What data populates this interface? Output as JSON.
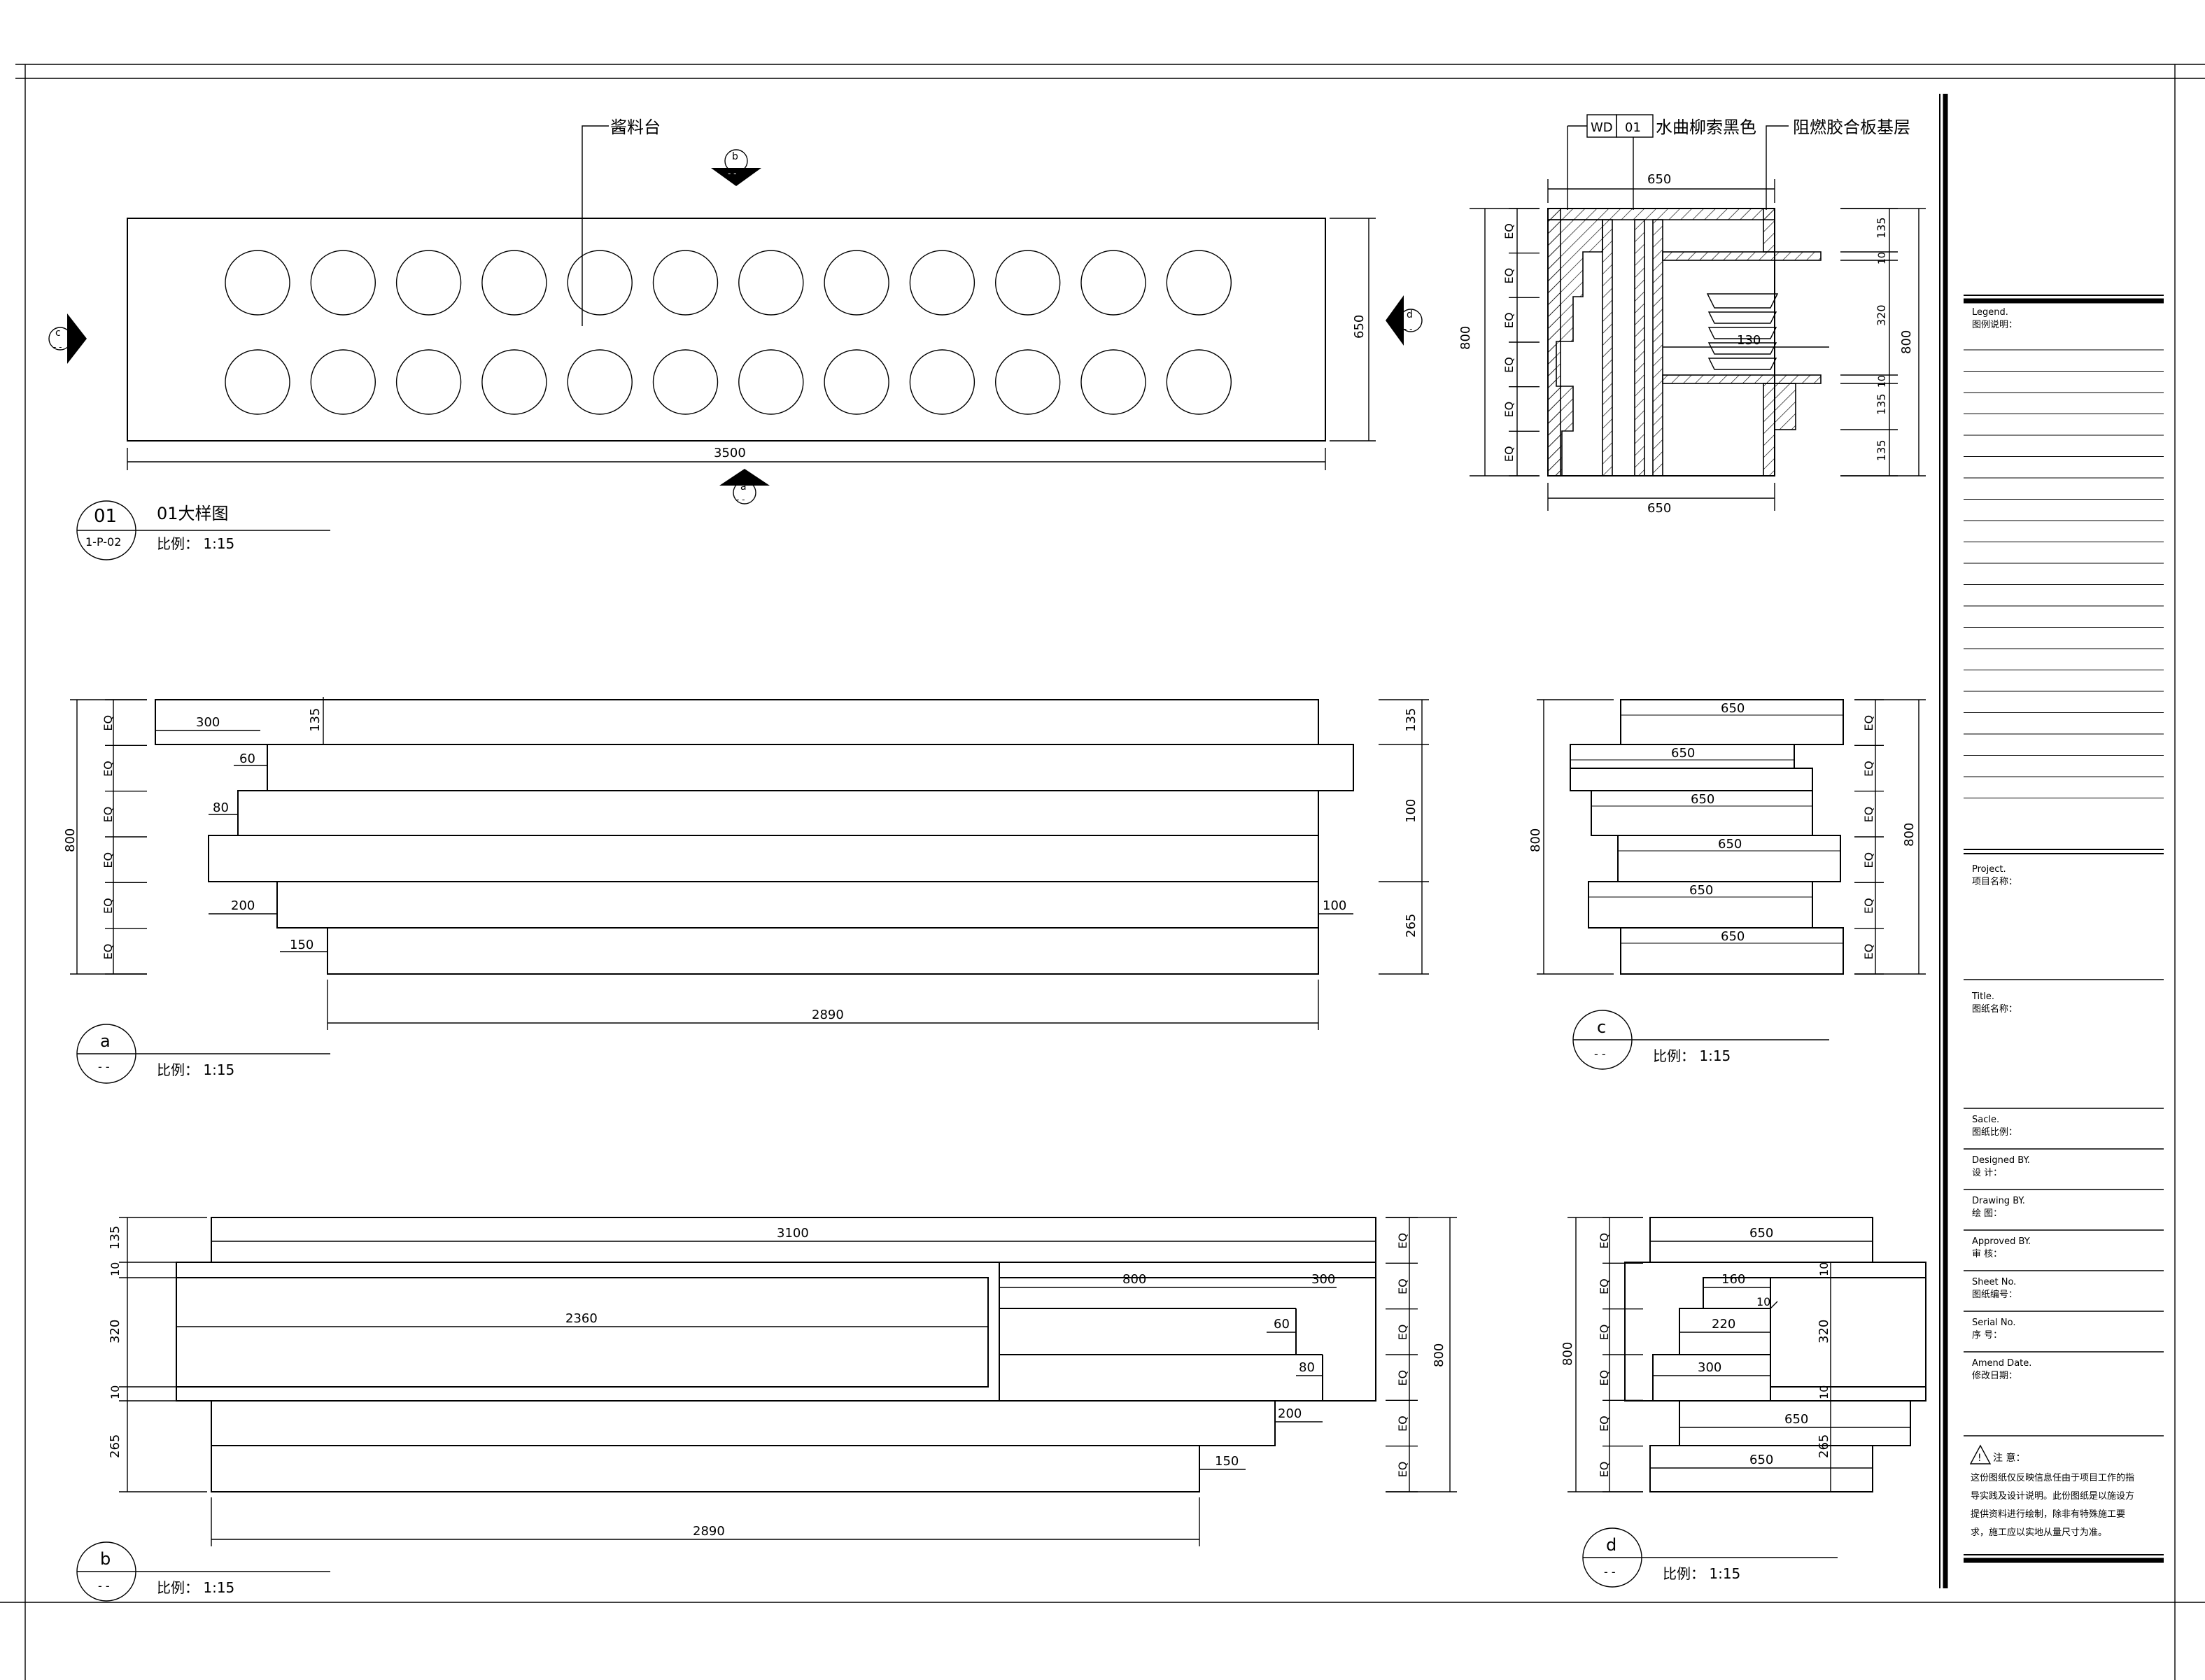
{
  "plan": {
    "label": "酱料台",
    "width": "3500",
    "depth": "650",
    "bubble_num": "01",
    "bubble_ref": "1-P-02",
    "title": "01大样图",
    "scale": "比例：  1:15",
    "section_marks": {
      "top": "b",
      "left": "c",
      "right": "d",
      "bottom": "a",
      "sub": "- -"
    }
  },
  "section": {
    "material_code": "WD",
    "material_num": "01",
    "material_name": "水曲柳索黑色",
    "base_layer": "阻燃胶合板基层",
    "top_width": "650",
    "bottom_width": "650",
    "left_dims": [
      "EQ",
      "EQ",
      "EQ",
      "EQ",
      "EQ",
      "EQ"
    ],
    "left_total": "800",
    "right_dims": [
      "135",
      "10",
      "320",
      "10",
      "135",
      "135"
    ],
    "right_total": "800",
    "inner_dim": "130"
  },
  "elev_a": {
    "left_dims": [
      "EQ",
      "EQ",
      "EQ",
      "EQ",
      "EQ",
      "EQ"
    ],
    "left_total": "800",
    "right_dims": [
      "135",
      "100",
      "265"
    ],
    "dim_300": "300",
    "dim_135": "135",
    "dim_60": "60",
    "dim_80": "80",
    "dim_200": "200",
    "dim_150": "150",
    "dim_100": "100",
    "dim_2890": "2890",
    "mark": "a",
    "sub": "- -",
    "scale": "比例：  1:15"
  },
  "elev_c": {
    "widths": [
      "650",
      "650",
      "650",
      "650",
      "650",
      "650"
    ],
    "left_total": "800",
    "right_dims": [
      "EQ",
      "EQ",
      "EQ",
      "EQ",
      "EQ",
      "EQ"
    ],
    "right_total": "800",
    "mark": "c",
    "sub": "- -",
    "scale": "比例：  1:15"
  },
  "elev_b": {
    "left_dims": [
      "135",
      "10",
      "320",
      "10",
      "265"
    ],
    "right_dims": [
      "EQ",
      "EQ",
      "EQ",
      "EQ",
      "EQ",
      "EQ"
    ],
    "right_total": "800",
    "dim_3100": "3100",
    "dim_2360": "2360",
    "dim_800": "800",
    "dim_300": "300",
    "dim_60": "60",
    "dim_80": "80",
    "dim_200": "200",
    "dim_150": "150",
    "dim_2890": "2890",
    "mark": "b",
    "sub": "- -",
    "scale": "比例：  1:15"
  },
  "elev_d": {
    "left_dims": [
      "EQ",
      "EQ",
      "EQ",
      "EQ",
      "EQ",
      "EQ"
    ],
    "left_total": "800",
    "right_dims": [
      "10",
      "320",
      "10",
      "265"
    ],
    "dim_650_top": "650",
    "dim_160": "160",
    "dim_10": "10",
    "dim_220": "220",
    "dim_300": "300",
    "dim_650_mid": "650",
    "dim_650_bot": "650",
    "mark": "d",
    "sub": "- -",
    "scale": "比例：  1:15"
  },
  "titleblock": {
    "legend_en": "Legend.",
    "legend_cn": "图例说明：",
    "project_en": "Project.",
    "project_cn": "项目名称：",
    "title_en": "Title.",
    "title_cn": "图纸名称：",
    "scale_en": "Sacle.",
    "scale_cn": "图纸比例：",
    "designed_en": "Designed BY.",
    "designed_cn": "设    计：",
    "drawing_en": "Drawing BY.",
    "drawing_cn": "绘    图：",
    "approved_en": "Approved BY.",
    "approved_cn": "审    核：",
    "sheet_en": "Sheet No.",
    "sheet_cn": "图纸编号：",
    "serial_en": "Serial No.",
    "serial_cn": "序    号：",
    "amend_en": "Amend Date.",
    "amend_cn": "修改日期：",
    "notice_title": "注 意：",
    "notice_lines": [
      "这份图纸仅反映信息任由于项目工作的指",
      "导实践及设计说明。此份图纸是以施设方",
      "提供资料进行绘制，除非有特殊施工要",
      "求，施工应以实地从量尺寸为准。"
    ]
  }
}
